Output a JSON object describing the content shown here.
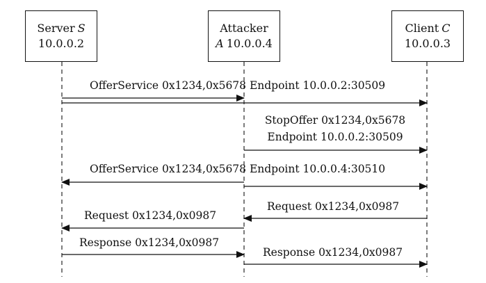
{
  "actors": {
    "server": {
      "name": "Server",
      "symbol": "S",
      "ip": "10.0.0.2"
    },
    "attacker": {
      "name": "Attacker",
      "symbol": "A",
      "ip": "10.0.0.4"
    },
    "client": {
      "name": "Client",
      "symbol": "C",
      "ip": "10.0.0.3"
    }
  },
  "messages": [
    {
      "id": "m1",
      "text": "OfferService 0x1234,0x5678 Endpoint 10.0.0.2:30509",
      "from": "server",
      "to": "client"
    },
    {
      "id": "m2",
      "text_line1": "StopOffer 0x1234,0x5678",
      "text_line2": "Endpoint 10.0.0.2:30509",
      "from": "attacker",
      "to": "client"
    },
    {
      "id": "m3",
      "text": "OfferService 0x1234,0x5678 Endpoint 10.0.0.4:30510",
      "from": "attacker",
      "to": "server_and_client"
    },
    {
      "id": "m4",
      "text": "Request 0x1234,0x0987",
      "from": "client",
      "to": "attacker"
    },
    {
      "id": "m5",
      "text": "Request 0x1234,0x0987",
      "from": "attacker",
      "to": "server"
    },
    {
      "id": "m6",
      "text": "Response 0x1234,0x0987",
      "from": "server",
      "to": "attacker"
    },
    {
      "id": "m7",
      "text": "Response 0x1234,0x0987",
      "from": "attacker",
      "to": "client"
    }
  ]
}
